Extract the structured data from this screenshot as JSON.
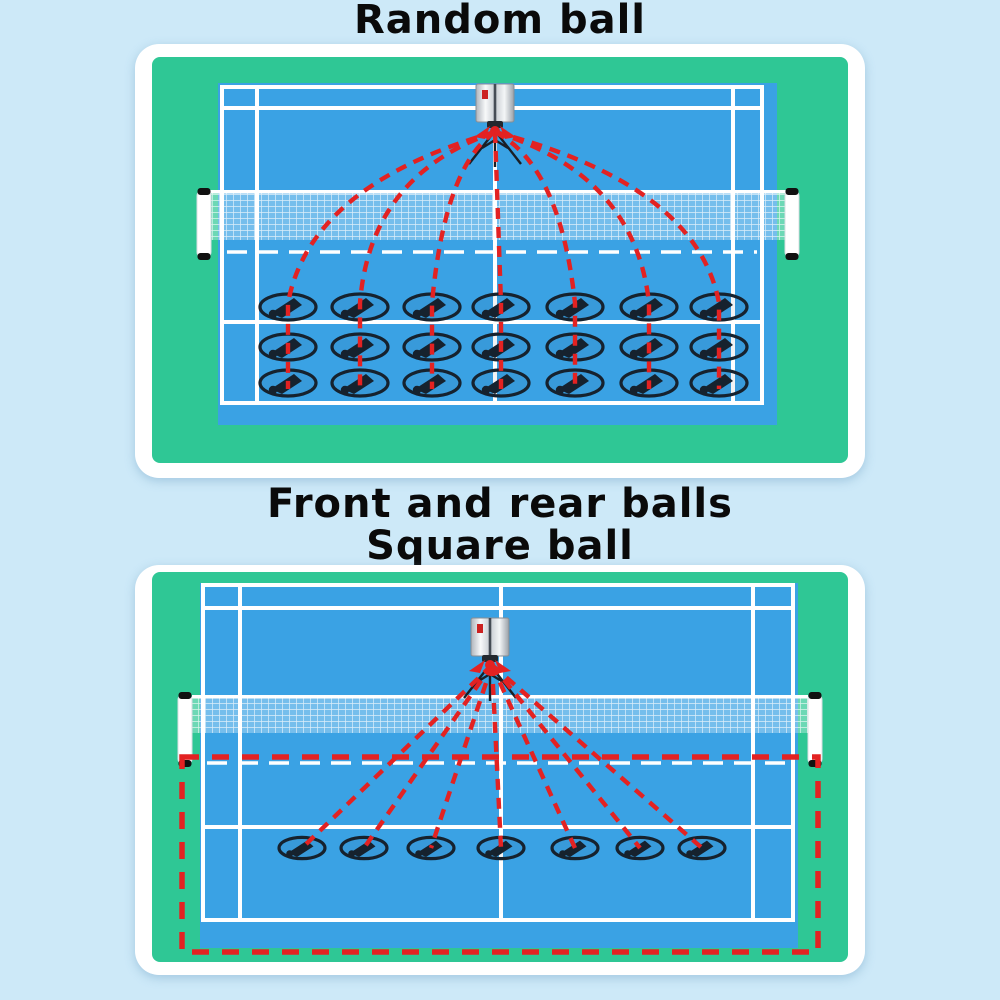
{
  "page": {
    "background_color": "#cde9f8",
    "card_color": "#ffffff"
  },
  "colors": {
    "court_surround_green": "#2fc795",
    "court_blue": "#3aa2e4",
    "court_line_white": "#ffffff",
    "trajectory_red": "#e32222",
    "target_dark_navy": "#16222e",
    "post_white": "#ffffff",
    "post_cap_black": "#111111",
    "machine_silver": "#d9dde2",
    "machine_accent_red": "#cc2222",
    "tripod_black": "#1a1f26"
  },
  "diagram_random": {
    "title": "Random ball",
    "target_rows": 3,
    "target_columns": 7,
    "has_square_outline": false
  },
  "diagram_square": {
    "title_line1": "Front and rear balls",
    "title_line2": "Square ball",
    "target_rows": 1,
    "target_columns": 7,
    "has_square_outline": true
  }
}
